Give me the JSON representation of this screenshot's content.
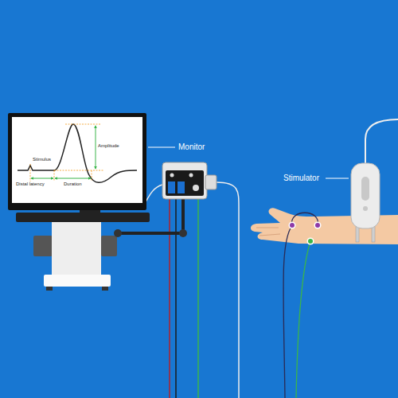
{
  "diagram": {
    "labels": [
      "Monitor",
      "Stimulator",
      "Stimulus",
      "Amplitude",
      "Distal latency",
      "Duration"
    ]
  }
}
